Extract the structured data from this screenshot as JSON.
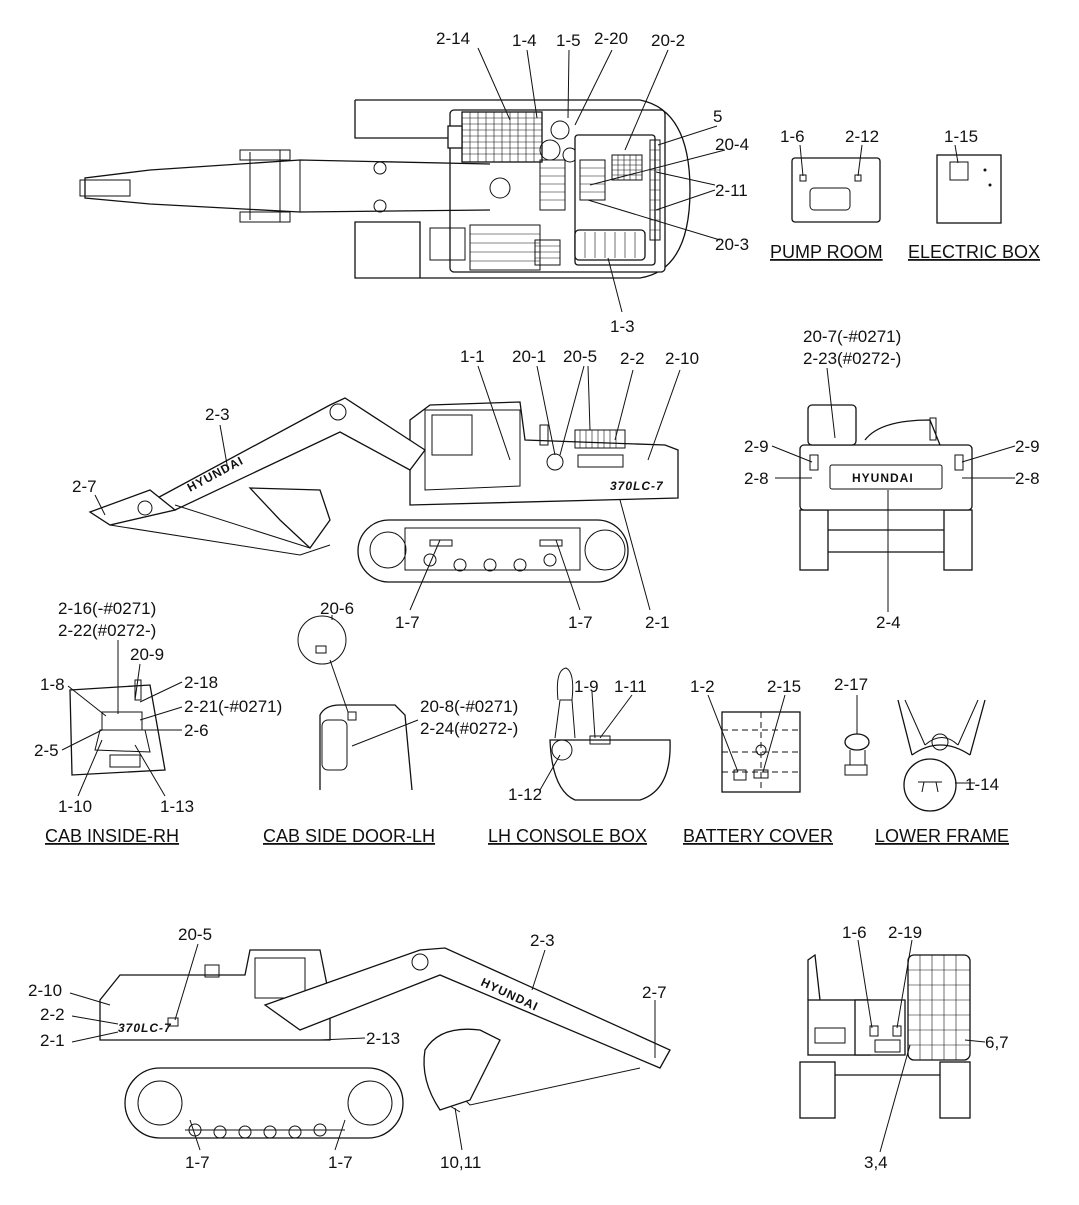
{
  "top_view": {
    "labels": [
      "2-14",
      "1-4",
      "1-5",
      "2-20",
      "20-2",
      "5",
      "20-4",
      "2-11",
      "20-3",
      "1-3"
    ]
  },
  "pump_room": {
    "labels": [
      "1-6",
      "2-12"
    ],
    "caption": "PUMP ROOM"
  },
  "electric_box": {
    "labels": [
      "1-15"
    ],
    "caption": "ELECTRIC BOX"
  },
  "side_view_lh": {
    "labels": [
      "1-1",
      "20-1",
      "20-5",
      "2-2",
      "2-10",
      "2-3",
      "2-7",
      "1-7",
      "1-7",
      "2-1"
    ],
    "boom_text": "HYUNDAI",
    "model_text": "370LC-7"
  },
  "rear_view": {
    "labels": [
      "20-7(-#0271)",
      "2-23(#0272-)",
      "2-9",
      "2-9",
      "2-8",
      "2-8",
      "2-4"
    ],
    "logo_text": "HYUNDAI"
  },
  "cab_inside_rh": {
    "labels": [
      "2-16(-#0271)",
      "2-22(#0272-)",
      "20-9",
      "1-8",
      "2-18",
      "2-21(-#0271)",
      "2-5",
      "2-6",
      "1-10",
      "1-13"
    ],
    "caption": "CAB INSIDE-RH"
  },
  "cab_side_door_lh": {
    "labels": [
      "20-6",
      "20-8(-#0271)",
      "2-24(#0272-)"
    ],
    "caption": "CAB SIDE DOOR-LH"
  },
  "lh_console_box": {
    "labels": [
      "1-9",
      "1-11",
      "1-12"
    ],
    "caption": "LH CONSOLE BOX"
  },
  "battery_cover": {
    "labels": [
      "1-2",
      "2-15",
      "2-17"
    ],
    "caption": "BATTERY COVER"
  },
  "lower_frame": {
    "labels": [
      "1-14"
    ],
    "caption": "LOWER FRAME"
  },
  "side_view_rh": {
    "labels": [
      "20-5",
      "2-10",
      "2-2",
      "2-1",
      "2-13",
      "2-3",
      "2-7",
      "1-7",
      "1-7",
      "10,11"
    ],
    "boom_text": "HYUNDAI",
    "model_text": "370LC-7"
  },
  "front_view": {
    "labels": [
      "1-6",
      "2-19",
      "6,7",
      "3,4"
    ]
  }
}
